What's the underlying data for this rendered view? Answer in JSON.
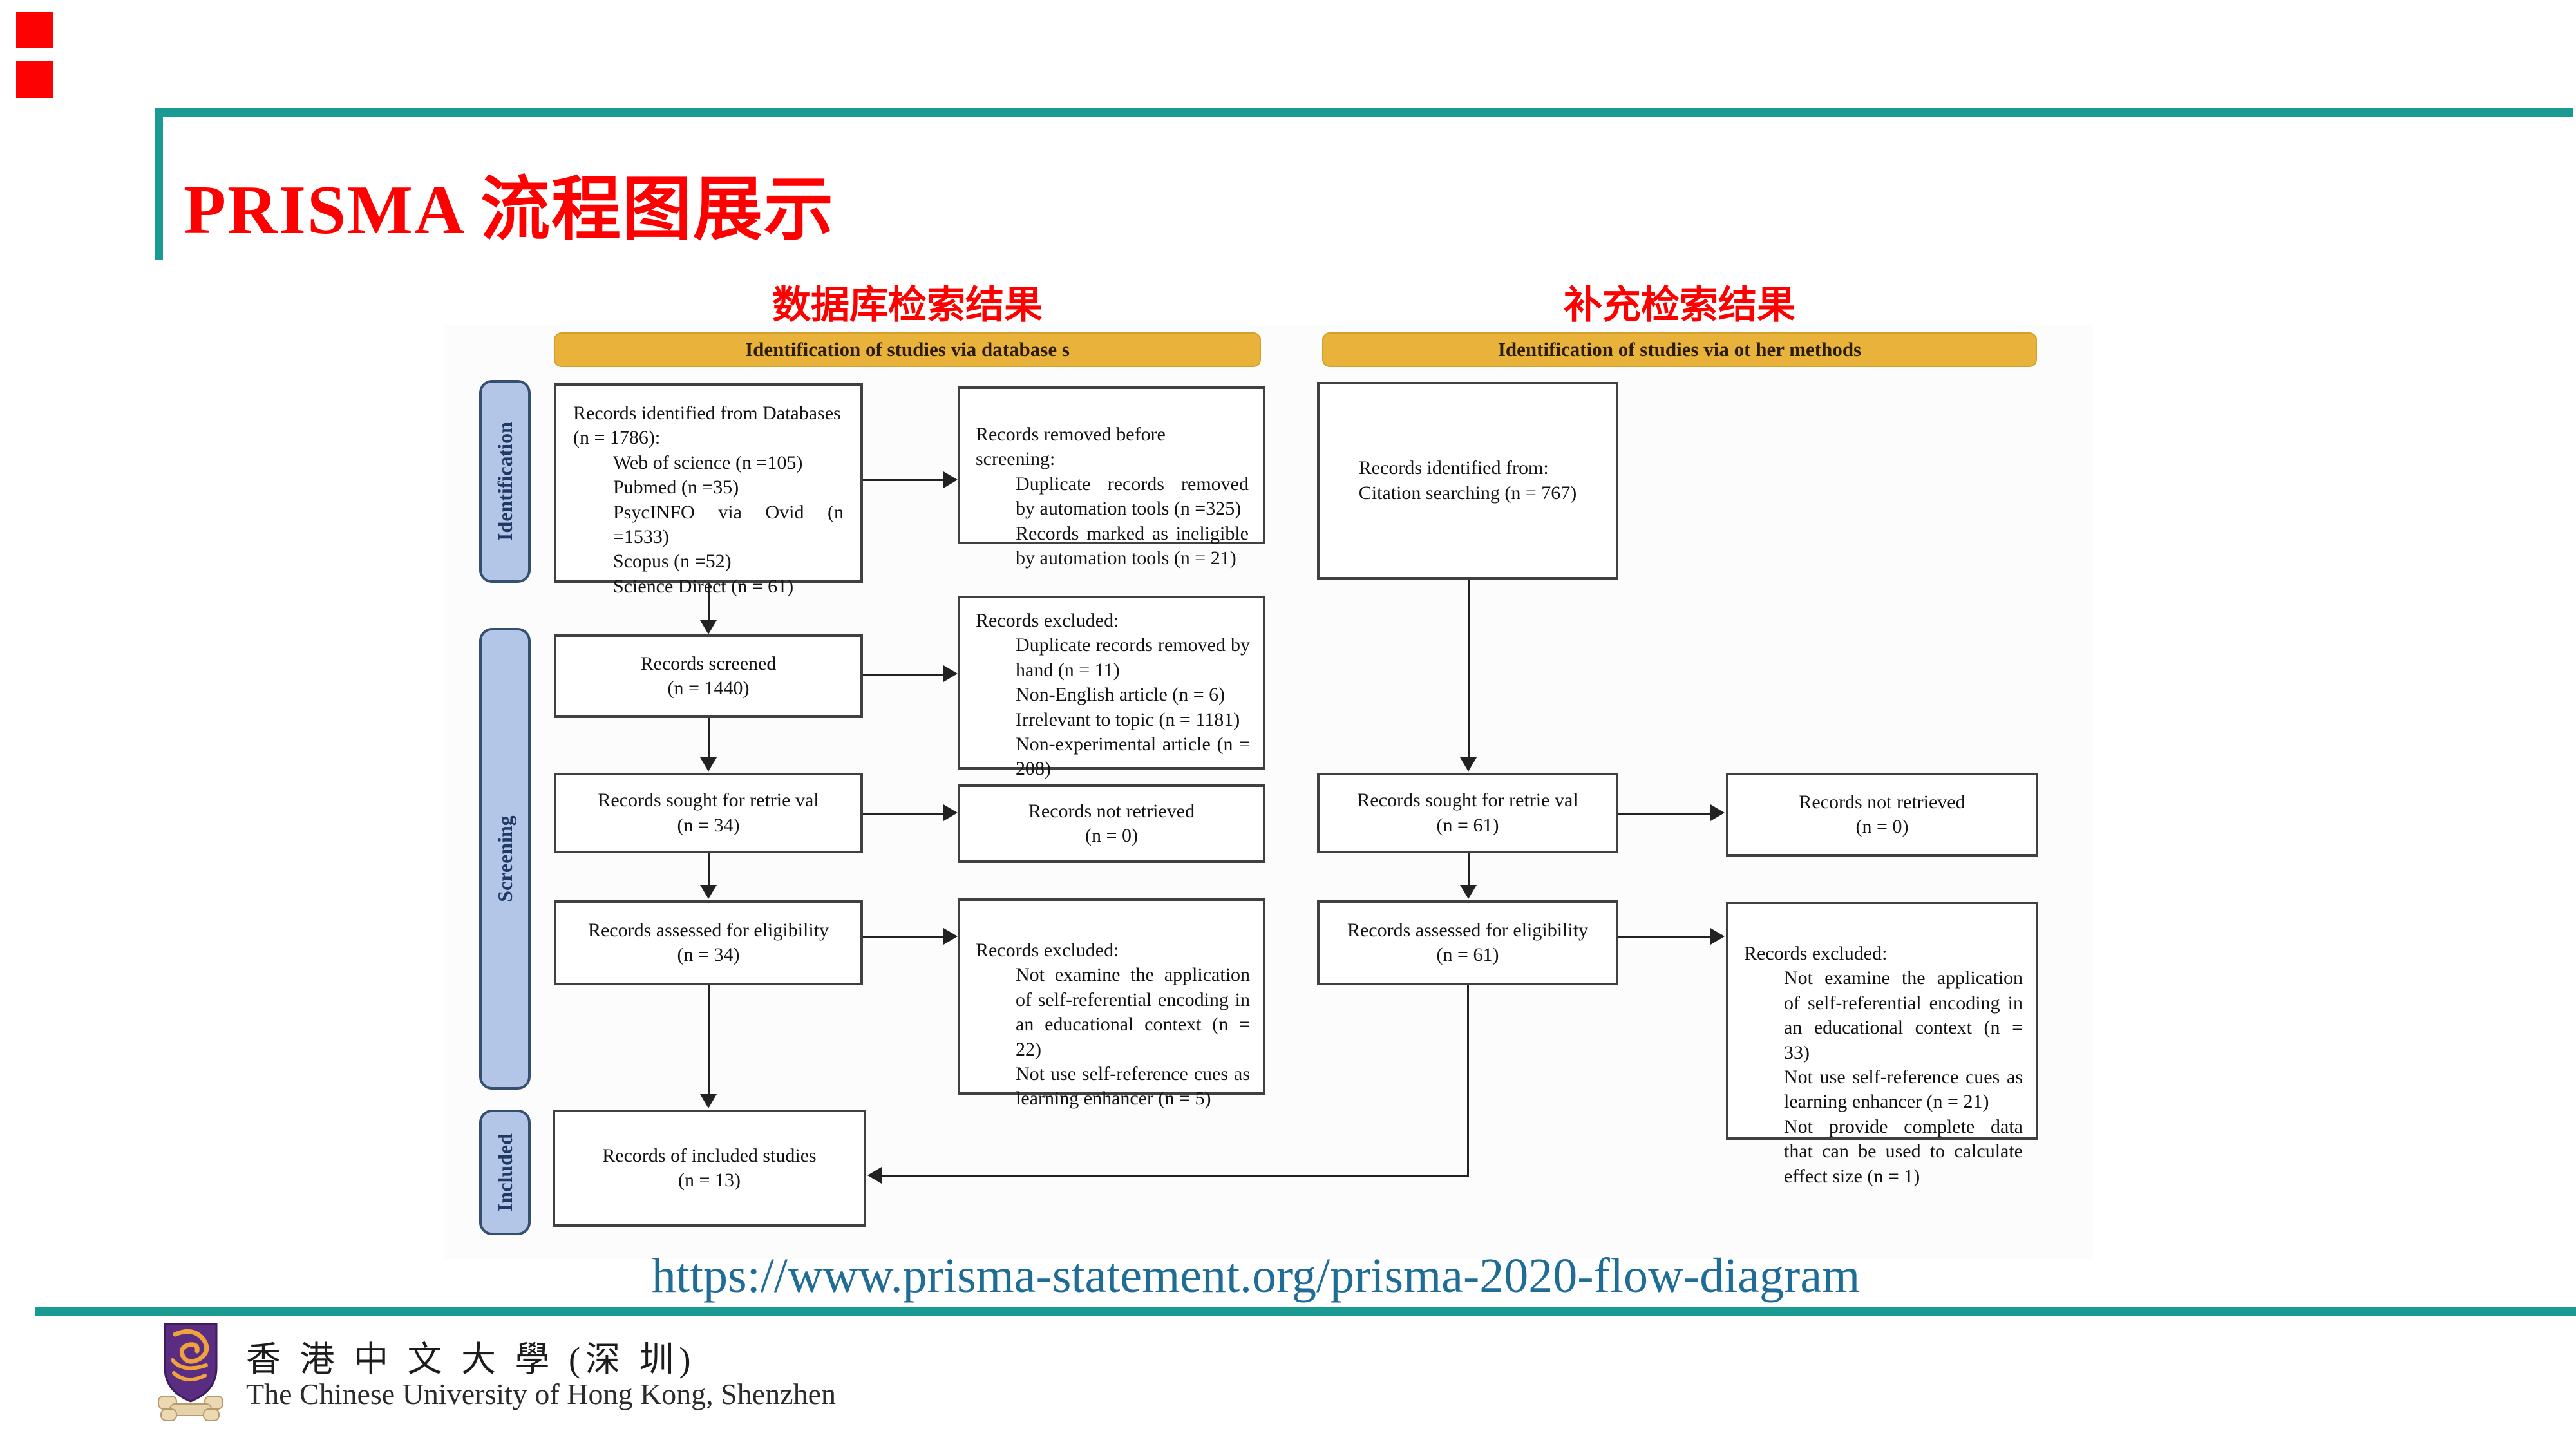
{
  "page": {
    "title": "PRISMA 流程图展示",
    "url": "https://www.prisma-statement.org/prisma-2020-flow-diagram"
  },
  "labels": {
    "left_column": "数据库检索结果",
    "right_column": "补充检索结果"
  },
  "banners": {
    "left": "Identification of studies via database s",
    "right": "Identification of studies via ot her methods"
  },
  "stages": {
    "identification": "Identification",
    "screening": "Screening",
    "included": "Included"
  },
  "boxes": {
    "db_identified": {
      "title": "Records identified from Databases",
      "subtitle": "(n = 1786):",
      "items": [
        "Web of science (n =105)",
        "Pubmed (n =35)",
        "PsycINFO via Ovid (n =1533)",
        "Scopus (n =52)",
        "Science Direct (n = 61)"
      ]
    },
    "removed_before_screening": {
      "title": "Records removed before screening:",
      "items": [
        "Duplicate records removed by automation tools (n =325)",
        "Records marked as ineligible by automation tools (n = 21)"
      ]
    },
    "citation_identified": {
      "line1": "Records identified from:",
      "line2": "Citation searching (n = 767)"
    },
    "records_screened": {
      "line1": "Records screened",
      "line2": "(n = 1440)"
    },
    "records_excluded_1": {
      "title": "Records excluded:",
      "items": [
        "Duplicate records removed by hand (n = 11)",
        "Non-English article (n = 6)",
        "Irrelevant to topic (n = 1181)",
        "Non-experimental article (n = 208)"
      ]
    },
    "sought_left": {
      "line1": "Records sought for retrie val",
      "line2": "(n = 34)"
    },
    "not_retrieved_left": {
      "line1": "Records not retrieved",
      "line2": "(n = 0)"
    },
    "sought_right": {
      "line1": "Records sought for retrie val",
      "line2": "(n = 61)"
    },
    "not_retrieved_right": {
      "line1": "Records not retrieved",
      "line2": "(n = 0)"
    },
    "eligibility_left": {
      "line1": "Records assessed for eligibility",
      "line2": "(n = 34)"
    },
    "records_excluded_2_left": {
      "title": "Records excluded:",
      "items": [
        "Not examine the application of self-referential encoding in an educational context (n = 22)",
        "Not use self-reference cues as learning enhancer (n = 5)"
      ]
    },
    "eligibility_right": {
      "line1": "Records assessed for eligibility",
      "line2": "(n = 61)"
    },
    "records_excluded_2_right": {
      "title": "Records excluded:",
      "items": [
        "Not examine the application of self-referential encoding in an educational context (n = 33)",
        "Not use self-reference cues as learning enhancer (n = 21)",
        "Not provide complete data that can be used to calculate effect size (n = 1)"
      ]
    },
    "included_studies": {
      "line1": "Records of included studies",
      "line2": "(n = 13)"
    }
  },
  "footer": {
    "org_cn": "香 港 中 文 大 學 (深 圳)",
    "org_en": "The Chinese University of Hong Kong, Shenzhen"
  },
  "colors": {
    "accent_teal": "#1a9a90",
    "title_red": "#fe0000",
    "banner_gold": "#e9b23b",
    "stage_blue": "#b3c6e7",
    "stage_border": "#35506f",
    "link_blue": "#1f6d96",
    "box_border": "#404040"
  }
}
